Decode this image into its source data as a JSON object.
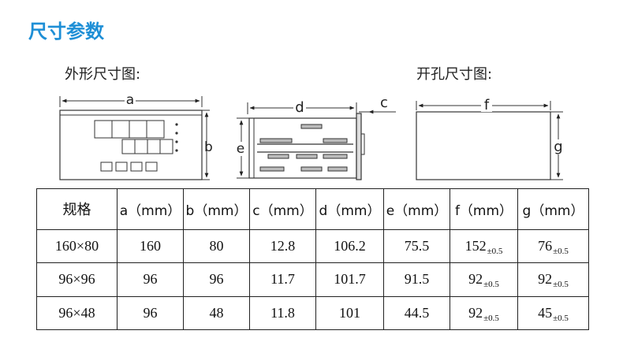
{
  "page": {
    "title": "尺寸参数",
    "outer_label": "外形尺寸图:",
    "hole_label": "开孔尺寸图:"
  },
  "drawings": {
    "dim_a": "a",
    "dim_b": "b",
    "dim_c": "c",
    "dim_d": "d",
    "dim_e": "e",
    "dim_f": "f",
    "dim_g": "g"
  },
  "table": {
    "headers": [
      "规格",
      "a（mm）",
      "b（mm）",
      "c（mm）",
      "d（mm）",
      "e（mm）",
      "f（mm）",
      "g（mm）"
    ],
    "rows": [
      {
        "spec": "160×80",
        "a": "160",
        "b": "80",
        "c": "12.8",
        "d": "106.2",
        "e": "75.5",
        "f": "152",
        "f_tol": "±0.5",
        "g": "76",
        "g_tol": "±0.5"
      },
      {
        "spec": "96×96",
        "a": "96",
        "b": "96",
        "c": "11.7",
        "d": "101.7",
        "e": "91.5",
        "f": "92",
        "f_tol": "±0.5",
        "g": "92",
        "g_tol": "±0.5"
      },
      {
        "spec": "96×48",
        "a": "96",
        "b": "48",
        "c": "11.8",
        "d": "101",
        "e": "44.5",
        "f": "92",
        "f_tol": "±0.5",
        "g": "45",
        "g_tol": "±0.5"
      }
    ]
  }
}
